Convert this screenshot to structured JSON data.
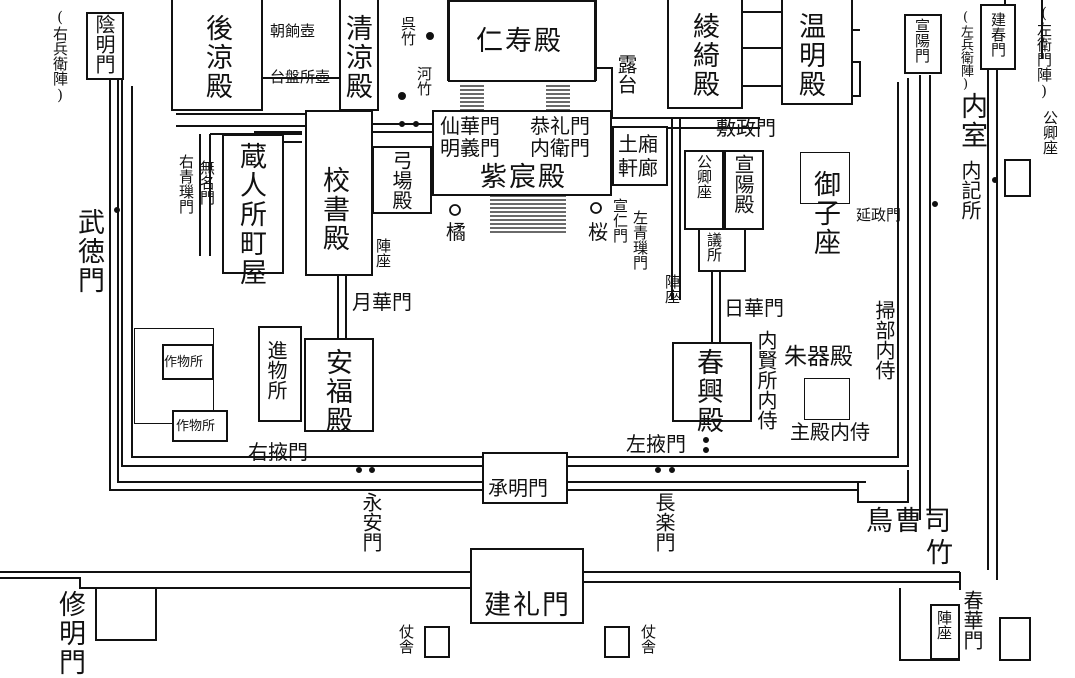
{
  "labels": {
    "uhyoe_jin": "(右兵衛陣)",
    "inmei_mon": "陰明門",
    "koryo_den": "後涼殿",
    "chogarei_tsubo": "朝餉壺",
    "daiban_dokoro_tsubo": "台盤所壺",
    "seiryo_den": "清涼殿",
    "kuretake": "呉竹",
    "kawatake": "河竹",
    "jiju_den": "仁寿殿",
    "rodai": "露台",
    "ryoki_den": "綾綺殿",
    "ummei_den": "温明殿",
    "senyo_mon": "宣陽門",
    "hyoe_jin_left": "(左兵衛陣)",
    "kenshun_mon_top": "建春門",
    "emon_jin_left": "(左衛門陣)",
    "kugyo_za_right": "公卿座",
    "naishitsu": "内室",
    "naiki_dokoro": "内記所",
    "senka_mon": "仙華門",
    "meigi_mon": "明義門",
    "kyorei_mon": "恭礼門",
    "naie_jin": "内衛門",
    "tsuchibisashi": "土廂",
    "kenro": "軒廊",
    "fusei_mon": "敷政門",
    "shishin_den": "紫宸殿",
    "kurodo_dokoro_machiya": "蔵人所町屋",
    "kosho_den": "校書殿",
    "yuba_den": "弓場殿",
    "muna_mon": "無名門",
    "migi_seisa_mon": "右青璅門",
    "tachibana": "橘",
    "sakura": "桜",
    "sen_nin_mon": "宣仁門",
    "hidari_seisa_mon": "左青璅門",
    "kugyo_za": "公卿座",
    "senyo_den": "宣陽殿",
    "gisho": "議所",
    "goshi_za": "御子座",
    "ensei_mon": "延政門",
    "butoku_mon": "武徳門",
    "jinza_left": "陣座",
    "jinza_right": "陣座",
    "gekka_mon": "月華門",
    "nikka_mon": "日華門",
    "sakumotsu_dokoro_1": "作物所",
    "sakumotsu_dokoro_2": "作物所",
    "shinmotsu_dokoro": "進物所",
    "anpuku_den": "安福殿",
    "shunko_den": "春興殿",
    "naiken_dokoro_naiji": "内賢所内侍",
    "shukki_den": "朱器殿",
    "kamon_naiji": "掃部内侍",
    "shuden_naiji": "主殿内侍",
    "migi_eki_mon": "右掖門",
    "hidari_eki_mon": "左掖門",
    "shomei_mon": "承明門",
    "eian_mon": "永安門",
    "choraku_mon": "長楽門",
    "chososhi": "鳥曹司",
    "take": "竹",
    "shumei_mon": "修明門",
    "kenrei_mon": "建礼門",
    "jousha_left": "仗舎",
    "jousha_right": "仗舎",
    "shunka_mon": "春華門",
    "jinza_bottom": "陣座"
  }
}
